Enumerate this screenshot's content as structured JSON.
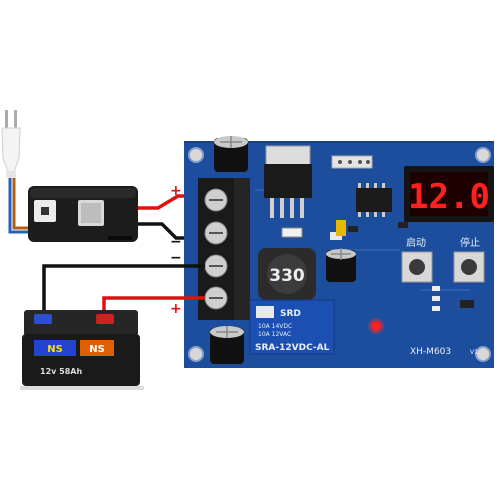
{
  "polarity": {
    "plus_top": "+",
    "minus_top": "−",
    "minus_bottom": "−",
    "plus_bottom": "+"
  },
  "inductor": {
    "code": "330"
  },
  "display": {
    "reading": "12.0",
    "color": "#ff2020"
  },
  "buttons": {
    "start_label": "启动",
    "stop_label": "停止"
  },
  "relay": {
    "brand": "SRD",
    "spec_line1": "10A 14VDC",
    "spec_line2": "10A 12VAC",
    "model": "SRA-12VDC-AL"
  },
  "board": {
    "model": "XH-M603",
    "version": "V1"
  },
  "battery": {
    "spec": "12v 58Ah",
    "brand_left": "NS",
    "brand_right": "NS"
  },
  "colors": {
    "pcb": "#1d4e9e",
    "wire_red": "#e01010",
    "wire_black": "#111111",
    "battery_body": "#1a1a1a",
    "charger_body": "#1c1c1c"
  }
}
